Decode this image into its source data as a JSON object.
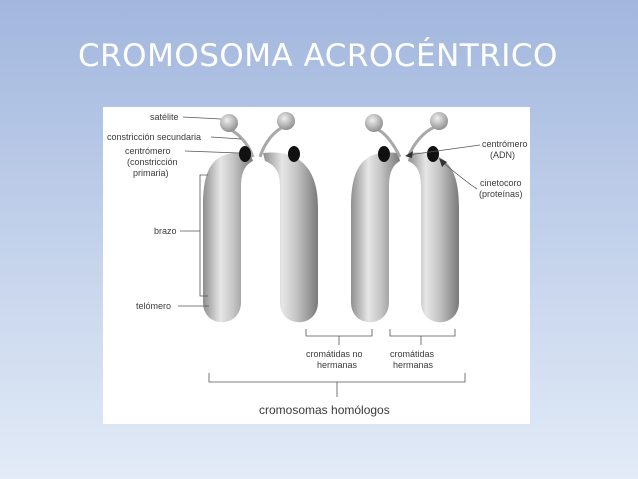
{
  "slide": {
    "title": "CROMOSOMA ACROCÉNTRICO"
  },
  "diagram": {
    "labels": {
      "satelite": "satélite",
      "constriccion_secundaria": "constricción secundaria",
      "centromero_left_1": "centrómero",
      "centromero_left_2": "(constricción",
      "centromero_left_3": "primaria)",
      "brazo": "brazo",
      "telomero": "telómero",
      "centromero_right_1": "centrómero",
      "centromero_right_2": "(ADN)",
      "cinetocoro_1": "cinetocoro",
      "cinetocoro_2": "(proteínas)",
      "cromatidas_no_1": "cromátidas no",
      "cromatidas_no_2": "hermanas",
      "cromatidas_1": "cromátidas",
      "cromatidas_2": "hermanas",
      "homologos": "cromosomas homólogos"
    }
  }
}
